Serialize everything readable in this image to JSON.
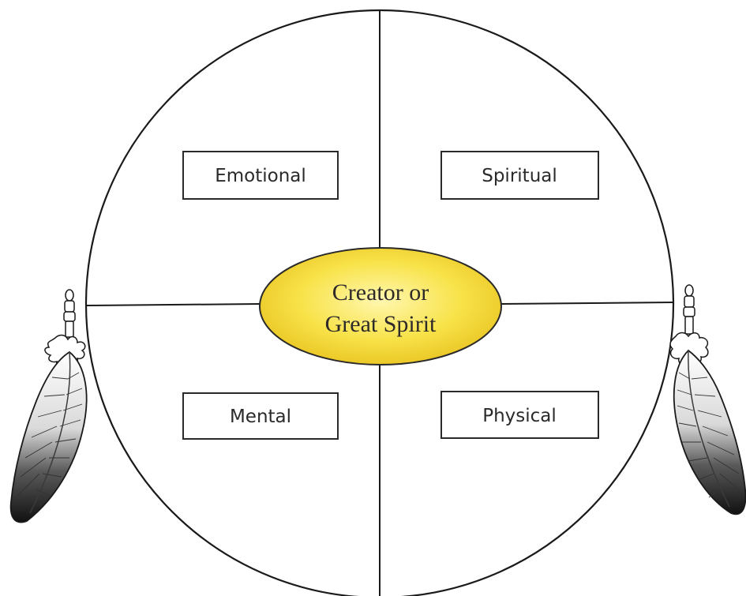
{
  "diagram": {
    "quadrants": {
      "top_left": "Emotional",
      "top_right": "Spiritual",
      "bottom_left": "Mental",
      "bottom_right": "Physical"
    },
    "center": {
      "line1": "Creator or",
      "line2": "Great Spirit",
      "fill_color": "#f6df3c"
    },
    "colors": {
      "line": "#1a1a1a",
      "feather_dark": "#1c1c1c",
      "feather_light": "#ffffff"
    }
  }
}
